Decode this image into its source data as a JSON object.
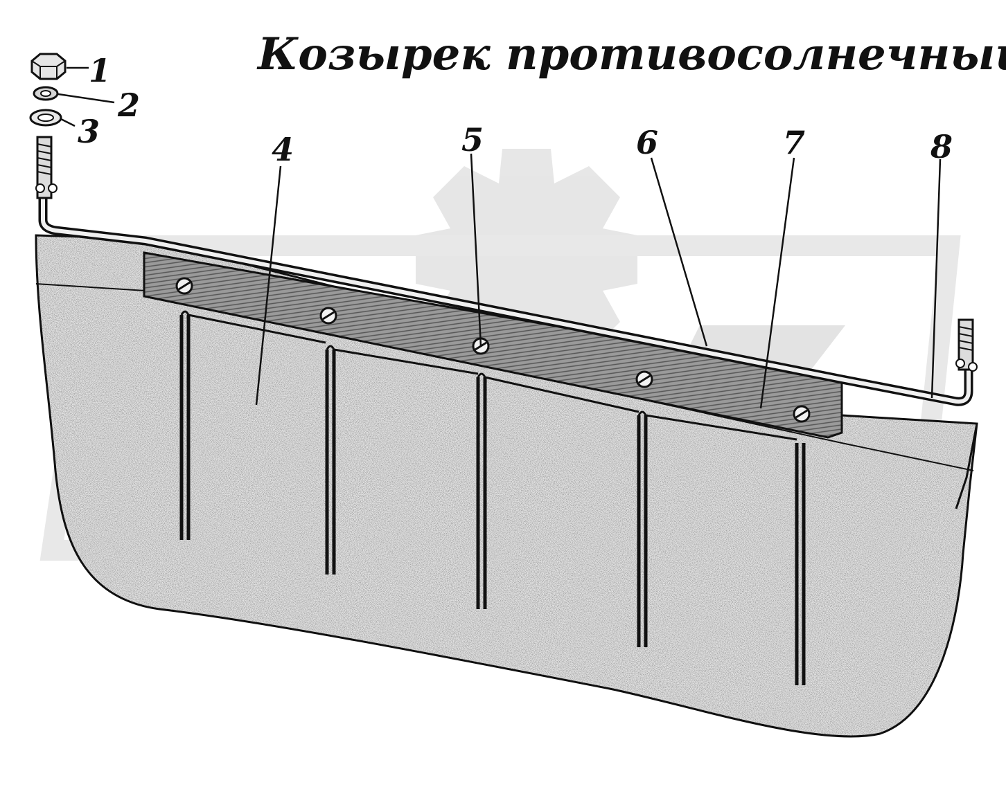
{
  "title": "Козырек противосолнечный",
  "callouts": [
    {
      "number": "1",
      "target": "nut"
    },
    {
      "number": "2",
      "target": "spring-washer"
    },
    {
      "number": "3",
      "target": "flat-washer"
    },
    {
      "number": "4",
      "target": "visor-panel"
    },
    {
      "number": "5",
      "target": "screw"
    },
    {
      "number": "6",
      "target": "bracket-rod"
    },
    {
      "number": "7",
      "target": "mounting-strip"
    },
    {
      "number": "8",
      "target": "bracket-bolt"
    }
  ],
  "colors": {
    "ink": "#111111",
    "panel": "#e2e2e2",
    "panel_shadow": "#bdbdbd",
    "strip": "#8a8a8a",
    "watermark": "#cfcfcf"
  }
}
